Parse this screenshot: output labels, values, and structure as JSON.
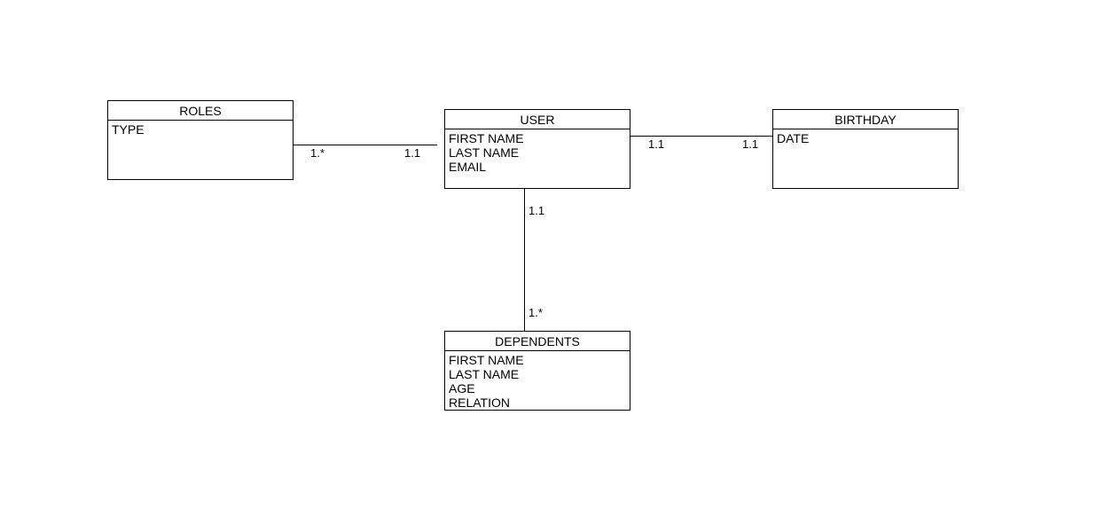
{
  "entities": {
    "roles": {
      "name": "ROLES",
      "attributes": [
        "TYPE"
      ]
    },
    "user": {
      "name": "USER",
      "attributes": [
        "FIRST NAME",
        "LAST NAME",
        "EMAIL"
      ]
    },
    "birthday": {
      "name": "BIRTHDAY",
      "attributes": [
        "DATE"
      ]
    },
    "dependents": {
      "name": "DEPENDENTS",
      "attributes": [
        "FIRST NAME",
        "LAST NAME",
        "AGE",
        "RELATION"
      ]
    }
  },
  "relationships": {
    "roles_user": {
      "roles_end": "1.*",
      "user_end": "1.1"
    },
    "user_birthday": {
      "user_end": "1.1",
      "birthday_end": "1.1"
    },
    "user_dependents": {
      "user_end": "1.1",
      "dependents_end": "1.*"
    }
  },
  "colors": {
    "line": "#000000",
    "background": "#ffffff"
  }
}
